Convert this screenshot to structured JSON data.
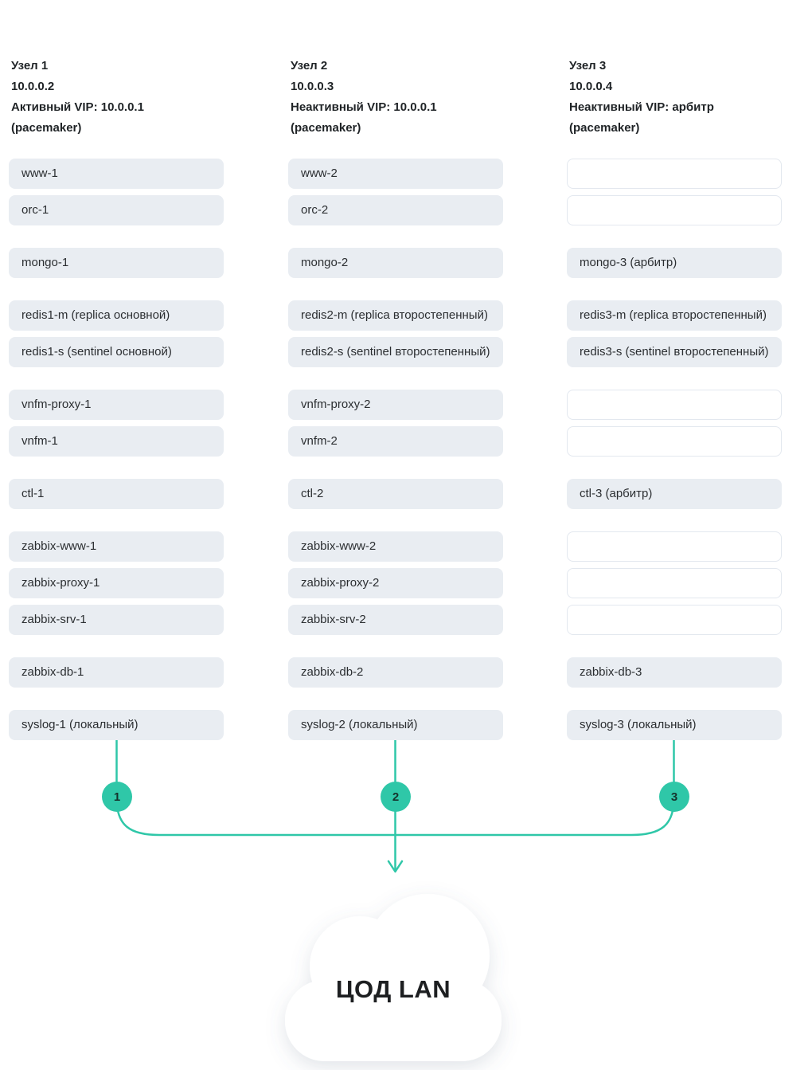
{
  "colors": {
    "accent": "#2fc7a8",
    "box_fill": "#e9edf2",
    "box_border": "#e3e8ef",
    "text": "#2b2e31"
  },
  "cloud": {
    "label": "ЦОД LAN"
  },
  "columns": [
    {
      "badge": "1",
      "header": {
        "title": "Узел 1",
        "ip": "10.0.0.2",
        "vip": "Активный VIP: 10.0.0.1",
        "cluster": "(pacemaker)"
      },
      "groups": [
        [
          {
            "label": "www-1"
          },
          {
            "label": "orc-1"
          }
        ],
        [
          {
            "label": "mongo-1"
          }
        ],
        [
          {
            "label": "redis1-m (replica основной)"
          },
          {
            "label": "redis1-s (sentinel основной)"
          }
        ],
        [
          {
            "label": "vnfm-proxy-1"
          },
          {
            "label": "vnfm-1"
          }
        ],
        [
          {
            "label": "ctl-1"
          }
        ],
        [
          {
            "label": "zabbix-www-1"
          },
          {
            "label": "zabbix-proxy-1"
          },
          {
            "label": "zabbix-srv-1"
          }
        ],
        [
          {
            "label": "zabbix-db-1"
          }
        ],
        [
          {
            "label": "syslog-1 (локальный)"
          }
        ]
      ]
    },
    {
      "badge": "2",
      "header": {
        "title": "Узел 2",
        "ip": "10.0.0.3",
        "vip": "Неактивный VIP: 10.0.0.1",
        "cluster": "(pacemaker)"
      },
      "groups": [
        [
          {
            "label": "www-2"
          },
          {
            "label": "orc-2"
          }
        ],
        [
          {
            "label": "mongo-2"
          }
        ],
        [
          {
            "label": "redis2-m (replica второстепенный)"
          },
          {
            "label": "redis2-s (sentinel второстепенный)"
          }
        ],
        [
          {
            "label": "vnfm-proxy-2"
          },
          {
            "label": "vnfm-2"
          }
        ],
        [
          {
            "label": "ctl-2"
          }
        ],
        [
          {
            "label": "zabbix-www-2"
          },
          {
            "label": "zabbix-proxy-2"
          },
          {
            "label": "zabbix-srv-2"
          }
        ],
        [
          {
            "label": "zabbix-db-2"
          }
        ],
        [
          {
            "label": "syslog-2 (локальный)"
          }
        ]
      ]
    },
    {
      "badge": "3",
      "header": {
        "title": "Узел 3",
        "ip": "10.0.0.4",
        "vip": "Неактивный VIP: арбитр",
        "cluster": "(pacemaker)"
      },
      "groups": [
        [
          {
            "label": "",
            "empty": true
          },
          {
            "label": "",
            "empty": true
          }
        ],
        [
          {
            "label": "mongo-3 (арбитр)"
          }
        ],
        [
          {
            "label": "redis3-m (replica второстепенный)"
          },
          {
            "label": "redis3-s (sentinel второстепенный)"
          }
        ],
        [
          {
            "label": "",
            "empty": true
          },
          {
            "label": "",
            "empty": true
          }
        ],
        [
          {
            "label": "ctl-3 (арбитр)"
          }
        ],
        [
          {
            "label": "",
            "empty": true
          },
          {
            "label": "",
            "empty": true
          },
          {
            "label": "",
            "empty": true
          }
        ],
        [
          {
            "label": "zabbix-db-3"
          }
        ],
        [
          {
            "label": "syslog-3 (локальный)"
          }
        ]
      ]
    }
  ]
}
